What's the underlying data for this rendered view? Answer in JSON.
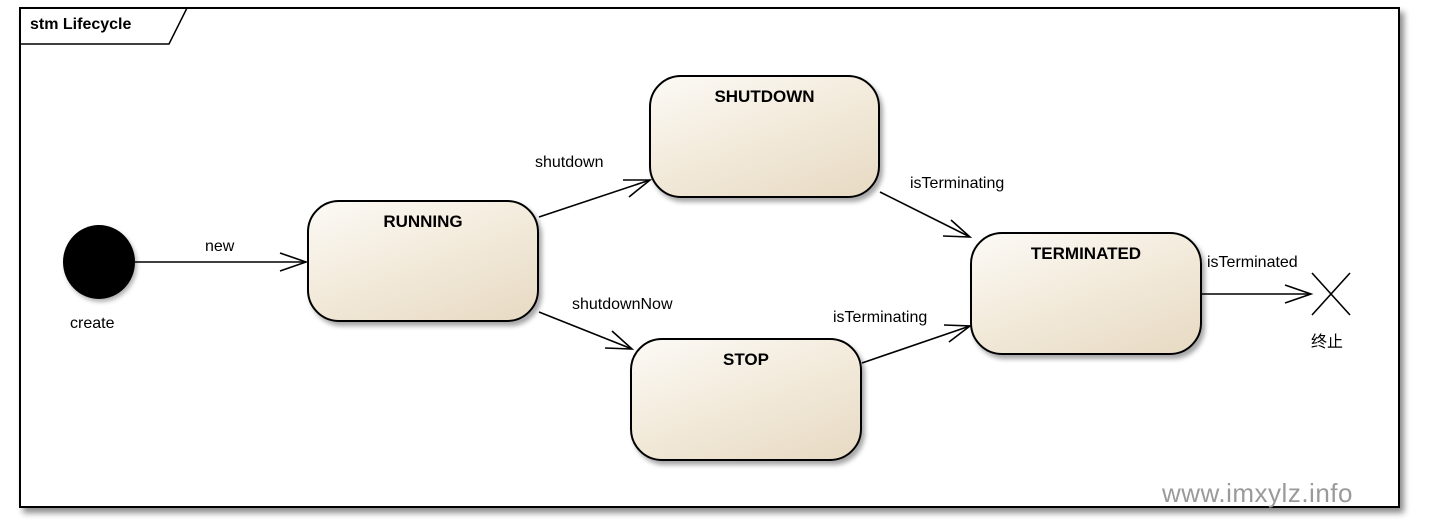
{
  "diagram": {
    "frame_title": "stm Lifecycle",
    "initial_label": "create",
    "final_label": "终止",
    "states": {
      "running": "RUNNING",
      "shutdown": "SHUTDOWN",
      "stop": "STOP",
      "terminated": "TERMINATED"
    },
    "transitions": {
      "new": "new",
      "shutdown": "shutdown",
      "shutdown_now": "shutdownNow",
      "shutdown_is_terminating": "isTerminating",
      "stop_is_terminating": "isTerminating",
      "is_terminated": "isTerminated"
    },
    "watermark": "www.imxylz.info"
  }
}
